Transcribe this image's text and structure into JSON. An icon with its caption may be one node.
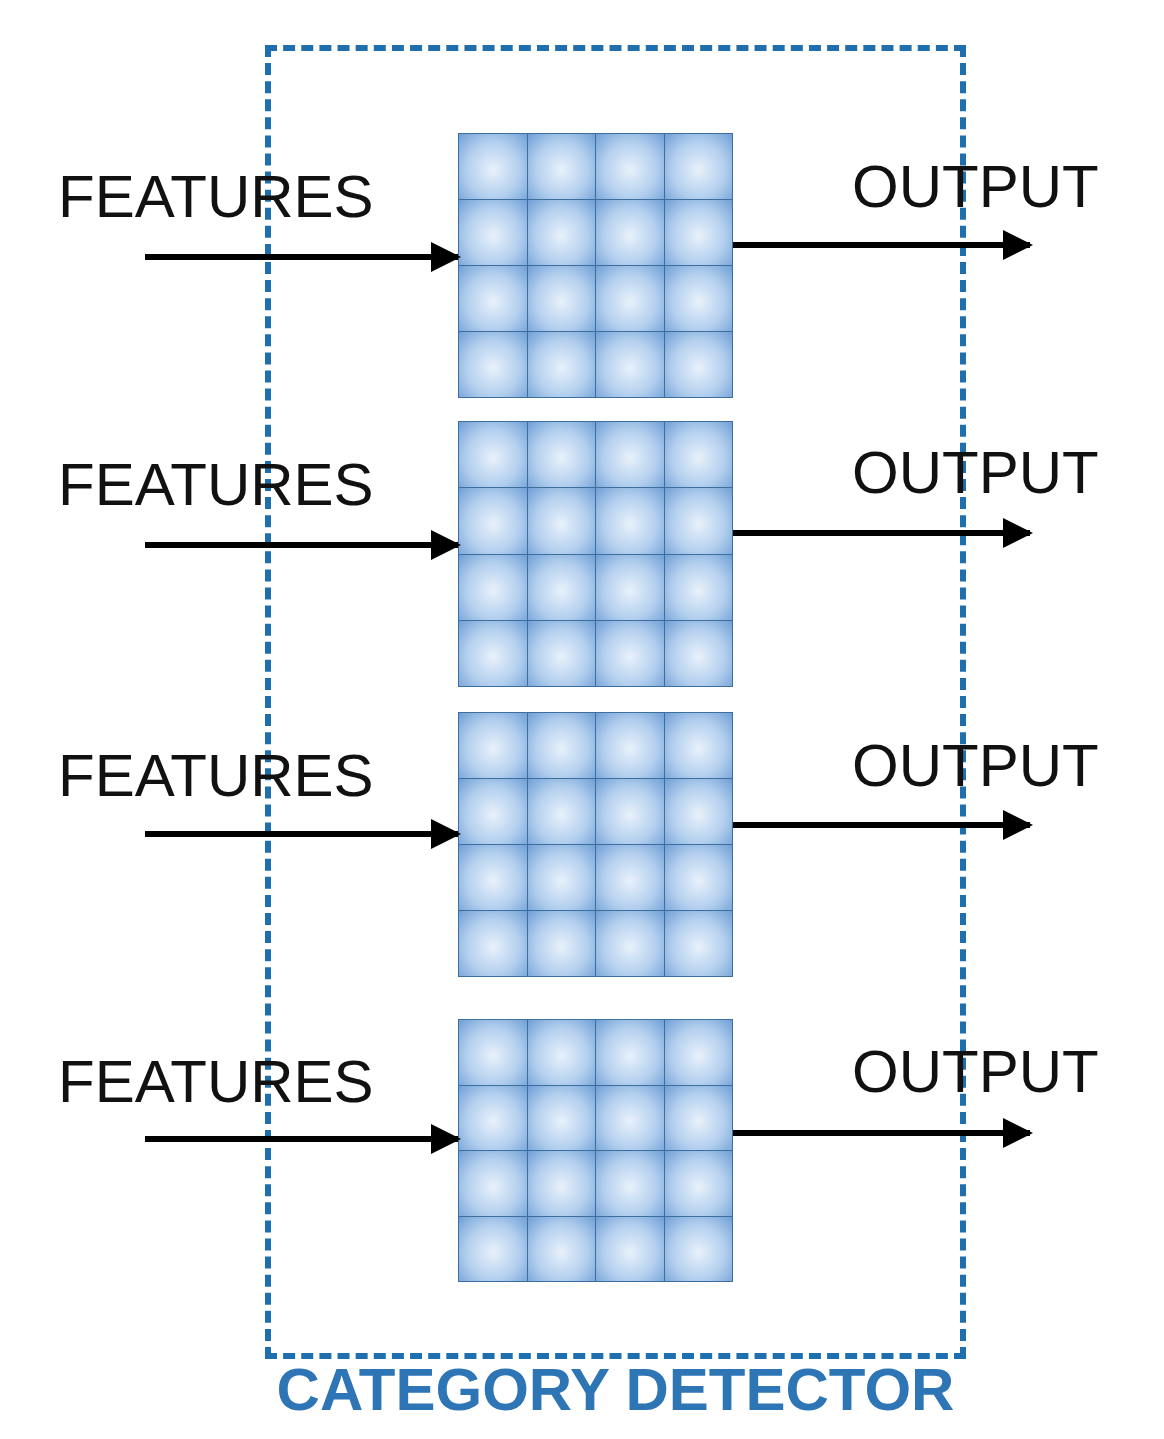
{
  "diagram": {
    "nodes": [
      {
        "text": [
          "CATEGORY DETECTOR"
        ]
      },
      {
        "text": [],
        "shape": "box",
        "in": 0
      },
      {
        "text": [],
        "shape": "box",
        "in": 0
      },
      {
        "text": [],
        "shape": "box",
        "in": 0
      },
      {
        "text": [],
        "shape": "box",
        "in": 0
      }
    ],
    "edges": [
      {
        "from": null,
        "to": 1,
        "arrow": "to",
        "label": "FEATURES"
      },
      {
        "from": 1,
        "to": null,
        "arrow": "to",
        "label": "OUTPUT"
      },
      {
        "from": null,
        "to": 2,
        "arrow": "to",
        "label": "FEATURES"
      },
      {
        "from": 2,
        "to": null,
        "arrow": "to",
        "label": "OUTPUT"
      },
      {
        "from": null,
        "to": 3,
        "arrow": "to",
        "label": "FEATURES"
      },
      {
        "from": 3,
        "to": null,
        "arrow": "to",
        "label": "OUTPUT"
      },
      {
        "from": null,
        "to": 4,
        "arrow": "to",
        "label": "FEATURES"
      },
      {
        "from": 4,
        "to": null,
        "arrow": "to",
        "label": "OUTPUT"
      }
    ]
  }
}
